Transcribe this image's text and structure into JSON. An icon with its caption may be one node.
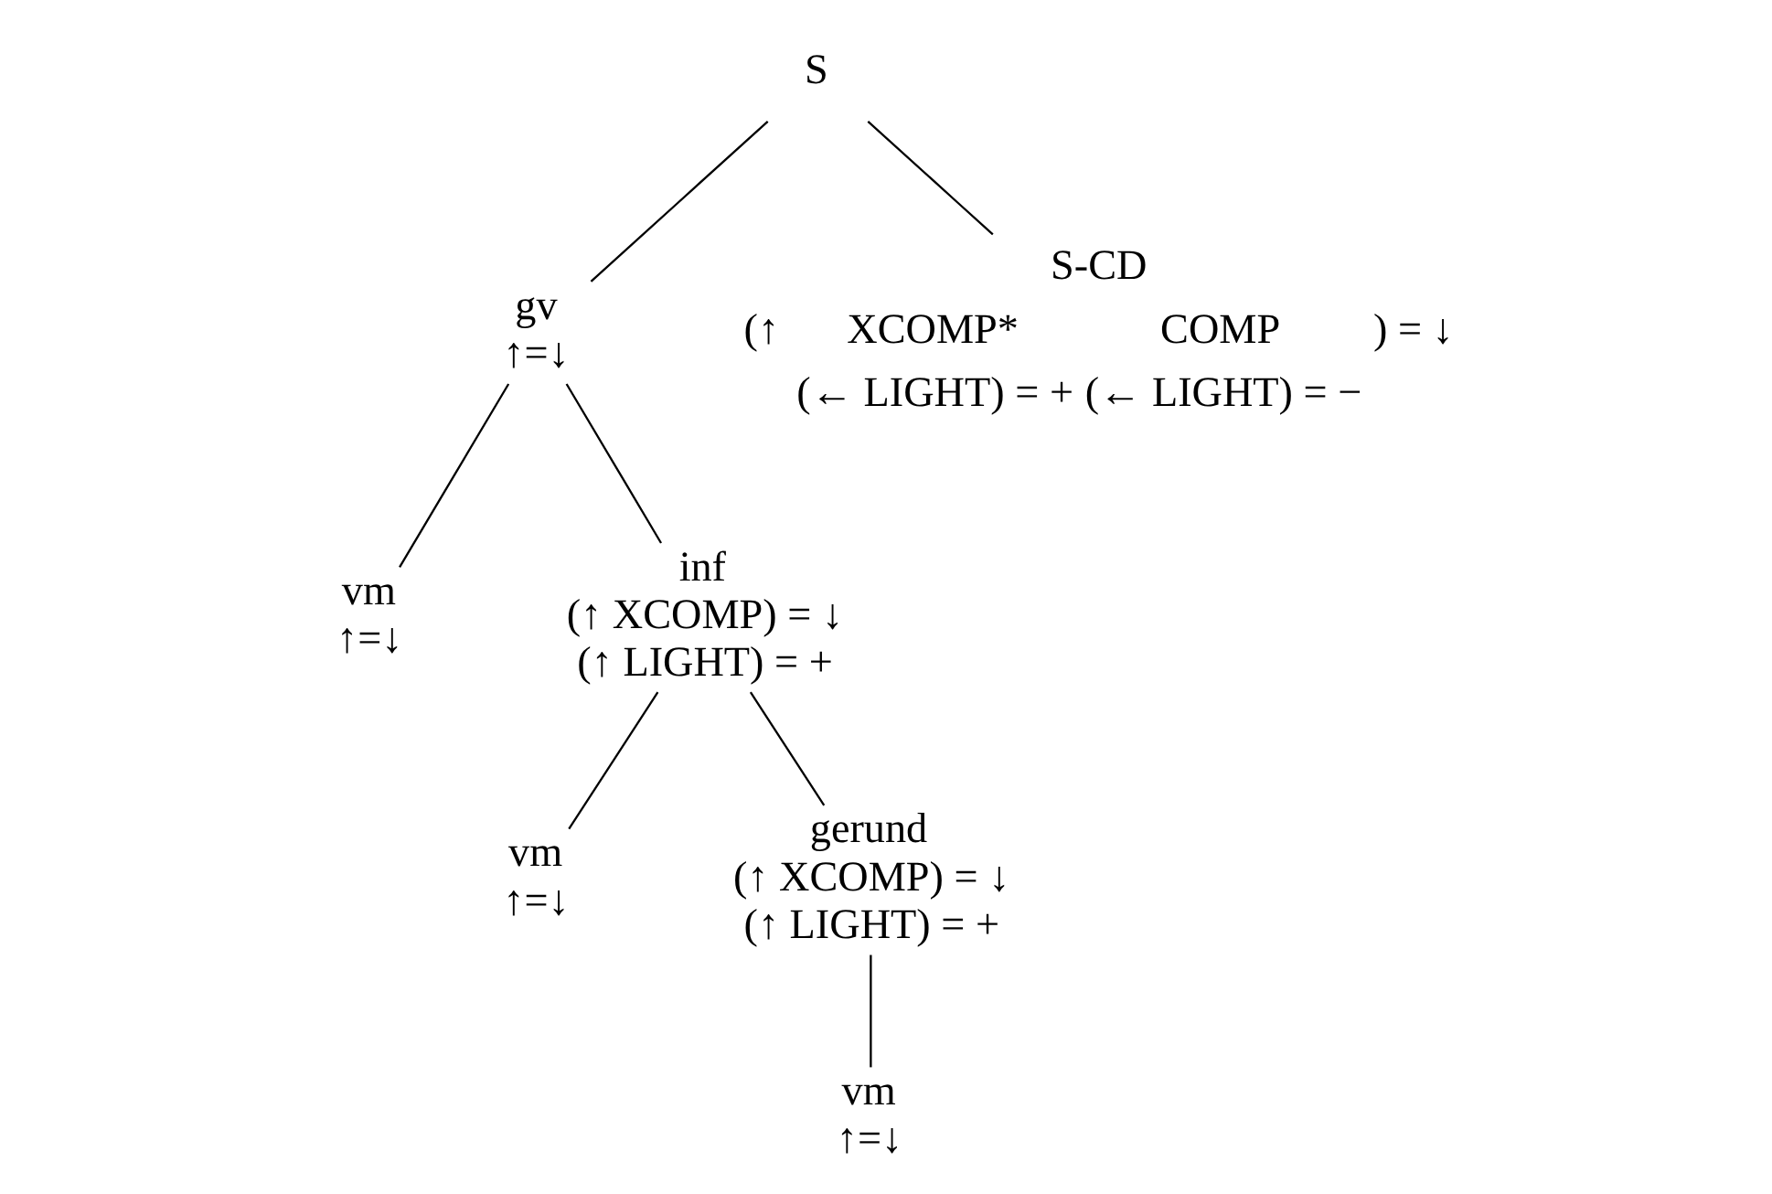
{
  "diagram": {
    "nodes": [
      {
        "text": [
          "S"
        ]
      },
      {
        "text": [
          "gv",
          "↑=↓"
        ]
      },
      {
        "text": [
          "S-CD",
          "(↑",
          "XCOMP*",
          "COMP",
          ") = ↓",
          "(← LIGHT) = +",
          "(← LIGHT) = −"
        ]
      },
      {
        "text": [
          "vm",
          "↑=↓"
        ]
      },
      {
        "text": [
          "inf",
          "(↑ XCOMP) = ↓",
          "(↑ LIGHT) = +"
        ]
      },
      {
        "text": [
          "vm",
          "↑=↓"
        ]
      },
      {
        "text": [
          "gerund",
          "(↑ XCOMP) = ↓",
          "(↑ LIGHT) = +"
        ]
      },
      {
        "text": [
          "vm",
          "↑=↓"
        ]
      }
    ],
    "edges": [
      {
        "from": 0,
        "to": 1,
        "arrow": "none"
      },
      {
        "from": 0,
        "to": 2,
        "arrow": "none"
      },
      {
        "from": 1,
        "to": 3,
        "arrow": "none"
      },
      {
        "from": 1,
        "to": 4,
        "arrow": "none"
      },
      {
        "from": 4,
        "to": 5,
        "arrow": "none"
      },
      {
        "from": 4,
        "to": 6,
        "arrow": "none"
      },
      {
        "from": 6,
        "to": 7,
        "arrow": "none"
      }
    ]
  }
}
